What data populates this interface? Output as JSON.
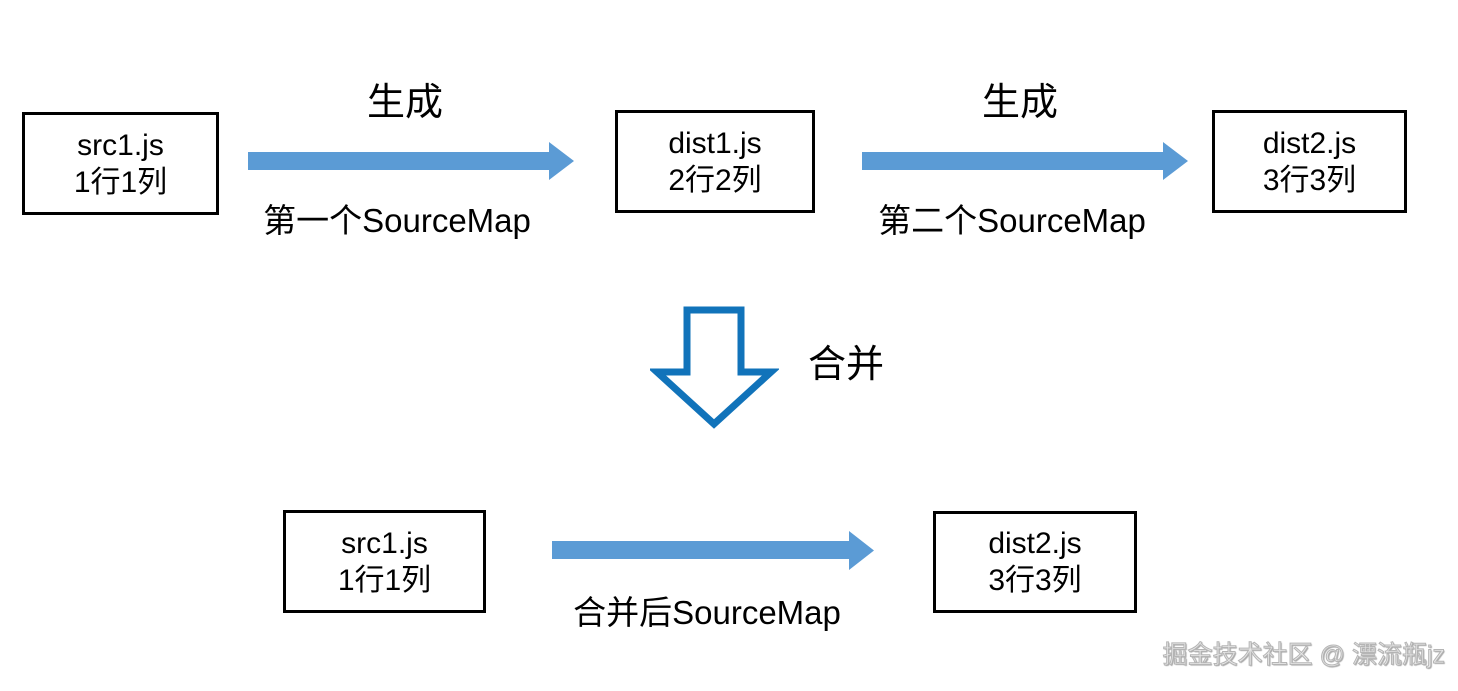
{
  "colors": {
    "arrow_fill": "#5b9bd5",
    "merge_arrow_stroke": "#1173ba",
    "merge_arrow_fill": "#ffffff",
    "box_border": "#000000",
    "text": "#000000",
    "watermark": "#c8c8c8"
  },
  "top_row": {
    "src_box": {
      "line1": "src1.js",
      "line2": "1行1列"
    },
    "arrow1_label_top": "生成",
    "arrow1_label_bottom": "第一个SourceMap",
    "dist1_box": {
      "line1": "dist1.js",
      "line2": "2行2列"
    },
    "arrow2_label_top": "生成",
    "arrow2_label_bottom": "第二个SourceMap",
    "dist2_box": {
      "line1": "dist2.js",
      "line2": "3行3列"
    }
  },
  "merge": {
    "label": "合并"
  },
  "bottom_row": {
    "src_box": {
      "line1": "src1.js",
      "line2": "1行1列"
    },
    "arrow_label_bottom": "合并后SourceMap",
    "dist2_box": {
      "line1": "dist2.js",
      "line2": "3行3列"
    }
  },
  "watermark": "掘金技术社区 @ 漂流瓶jz"
}
